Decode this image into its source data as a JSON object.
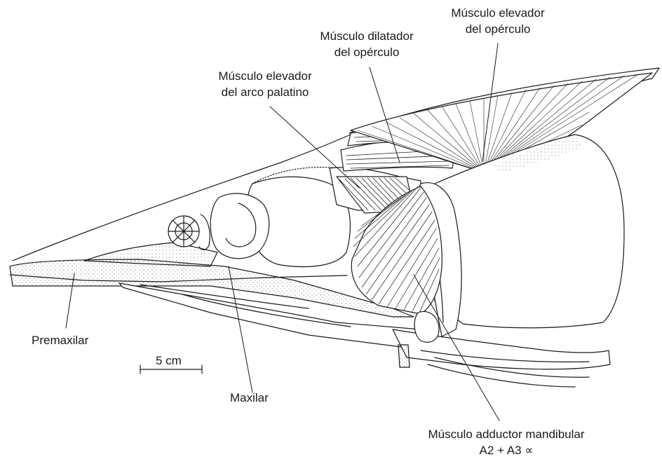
{
  "labels": {
    "elevador_operculo": [
      "Músculo elevador",
      "del opérculo"
    ],
    "dilatador_operculo": [
      "Músculo dilatador",
      "del opérculo"
    ],
    "elevador_arco": [
      "Músculo elevador",
      "del arco palatino"
    ],
    "premaxilar": "Premaxilar",
    "maxilar": "Maxilar",
    "adductor": [
      "Músculo adductor mandibular",
      "A2 + A3 ∝"
    ]
  },
  "scale_bar": {
    "label": "5 cm"
  },
  "colors": {
    "ink": "#1a1a1a",
    "muscle": "#222222",
    "bone_fill": "#ffffff"
  }
}
